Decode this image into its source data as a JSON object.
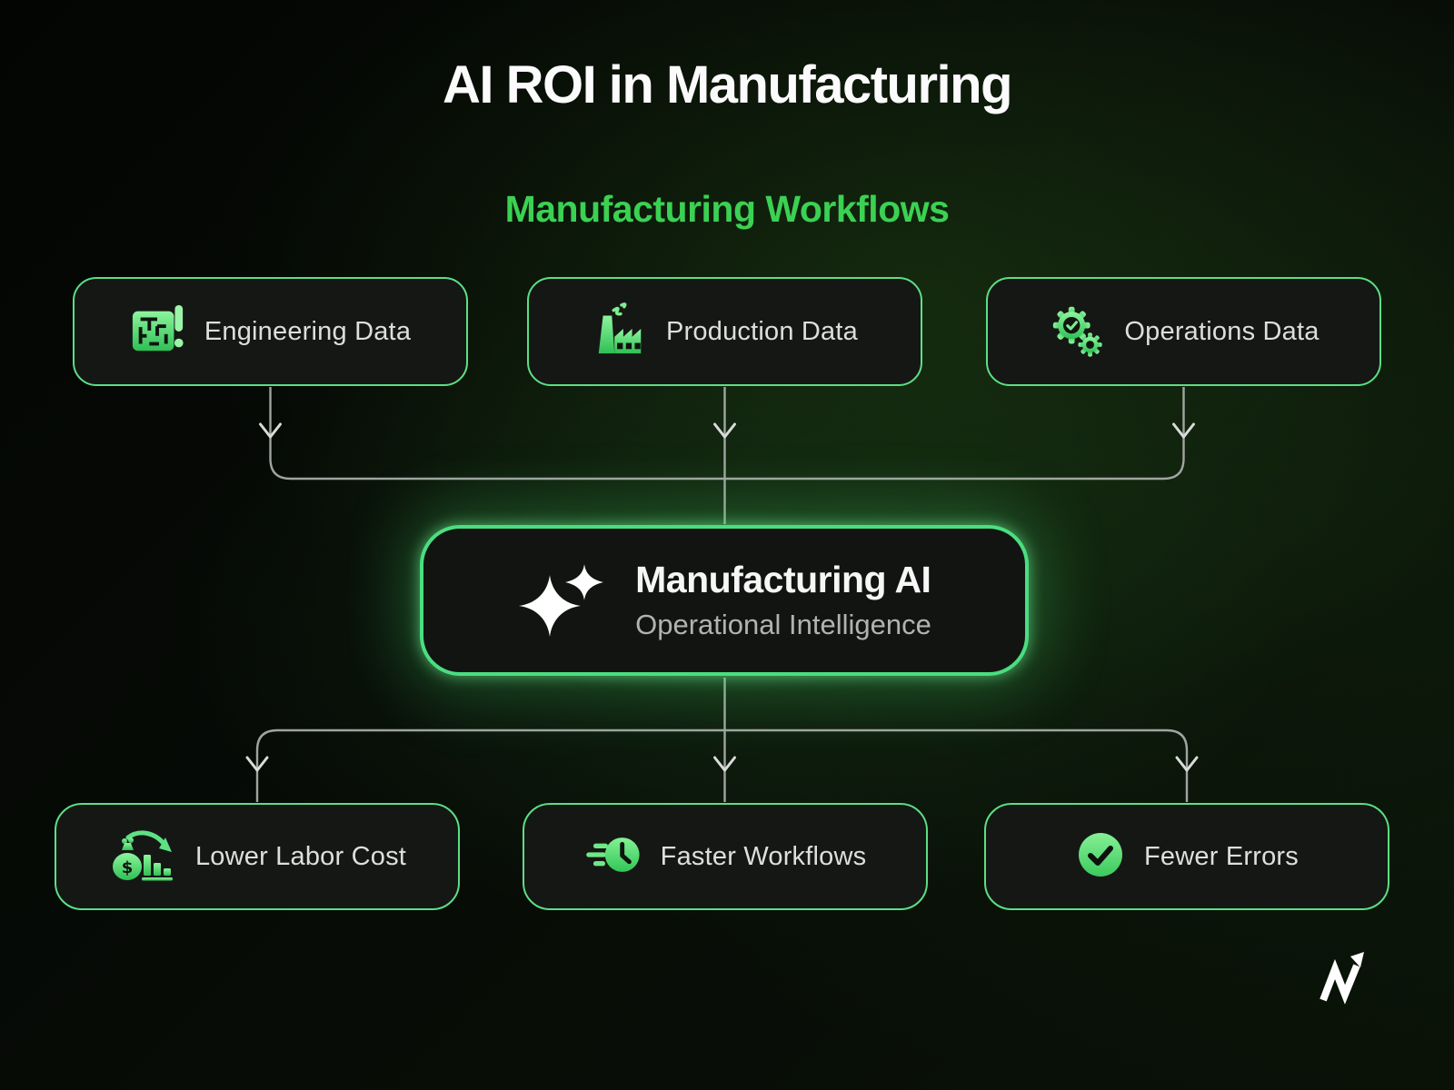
{
  "page": {
    "title": "AI ROI in Manufacturing",
    "section_title": "Manufacturing Workflows"
  },
  "top_row": [
    {
      "id": "engineering-data",
      "label": "Engineering Data",
      "icon": "blueprint-icon"
    },
    {
      "id": "production-data",
      "label": "Production Data",
      "icon": "factory-icon"
    },
    {
      "id": "operations-data",
      "label": "Operations Data",
      "icon": "gears-check-icon"
    }
  ],
  "center": {
    "title": "Manufacturing AI",
    "subtitle": "Operational Intelligence",
    "icon": "sparkle-icon"
  },
  "bottom_row": [
    {
      "id": "lower-labor-cost",
      "label": "Lower Labor Cost",
      "icon": "money-bag-chart-icon"
    },
    {
      "id": "faster-workflows",
      "label": "Faster Workflows",
      "icon": "speed-clock-icon"
    },
    {
      "id": "fewer-errors",
      "label": "Fewer Errors",
      "icon": "check-circle-icon"
    }
  ],
  "branding": {
    "logo": "m-arrow-logo"
  },
  "colors": {
    "background": "#060806",
    "node_background": "#151715",
    "node_border_green": "#5cdf84",
    "accent_green": "#4ade80",
    "subtitle_green": "#3bd153",
    "label_gray": "#dddfdd",
    "connector_gray": "#a9ada9",
    "title_white": "#fbfbfb"
  }
}
